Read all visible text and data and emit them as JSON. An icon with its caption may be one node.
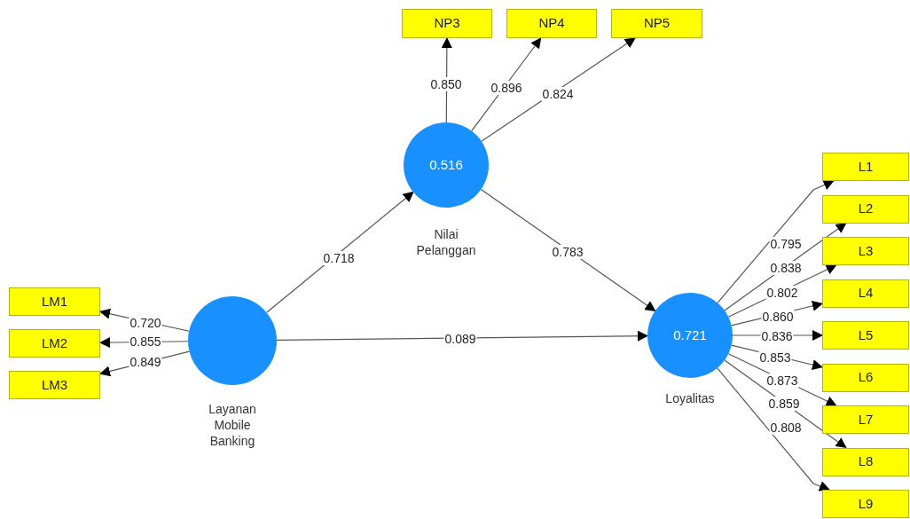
{
  "diagram": {
    "nodes": [
      {
        "text": [],
        "shape": "circle",
        "beside": [
          "Layanan Mobile Banking"
        ]
      },
      {
        "text": [
          "0.516"
        ],
        "beside": [
          "Nilai Pelanggan"
        ]
      },
      {
        "text": [
          "0.721"
        ],
        "beside": [
          "Loyalitas"
        ]
      },
      {
        "text": [
          "LM1"
        ]
      },
      {
        "text": [
          "LM2"
        ]
      },
      {
        "text": [
          "LM3"
        ]
      },
      {
        "text": [
          "NP3"
        ]
      },
      {
        "text": [
          "NP4"
        ]
      },
      {
        "text": [
          "NP5"
        ]
      },
      {
        "text": [
          "L1"
        ]
      },
      {
        "text": [
          "L2"
        ]
      },
      {
        "text": [
          "L3"
        ]
      },
      {
        "text": [
          "L4"
        ]
      },
      {
        "text": [
          "L5"
        ]
      },
      {
        "text": [
          "L6"
        ]
      },
      {
        "text": [
          "L7"
        ]
      },
      {
        "text": [
          "L8"
        ]
      },
      {
        "text": [
          "L9"
        ]
      }
    ],
    "edges": [
      {
        "from": 0,
        "to": 1,
        "arrow": "to",
        "label": "0.718"
      },
      {
        "from": 1,
        "to": 2,
        "arrow": "to",
        "label": "0.783"
      },
      {
        "from": 0,
        "to": 2,
        "arrow": "to",
        "label": "0.089"
      },
      {
        "from": 0,
        "to": 3,
        "arrow": "to",
        "label": "0.720"
      },
      {
        "from": 0,
        "to": 4,
        "arrow": "to",
        "label": "0.855"
      },
      {
        "from": 0,
        "to": 5,
        "arrow": "to",
        "label": "0.849"
      },
      {
        "from": 1,
        "to": 6,
        "arrow": "to",
        "label": "0.850"
      },
      {
        "from": 1,
        "to": 7,
        "arrow": "to",
        "label": "0.896"
      },
      {
        "from": 1,
        "to": 8,
        "arrow": "to",
        "label": "0.824"
      },
      {
        "from": 2,
        "to": 9,
        "arrow": "to",
        "label": "0.795"
      },
      {
        "from": 2,
        "to": 10,
        "arrow": "to",
        "label": "0.838"
      },
      {
        "from": 2,
        "to": 11,
        "arrow": "to",
        "label": "0.802"
      },
      {
        "from": 2,
        "to": 12,
        "arrow": "to",
        "label": "0.860"
      },
      {
        "from": 2,
        "to": 13,
        "arrow": "to",
        "label": "0.836"
      },
      {
        "from": 2,
        "to": 14,
        "arrow": "to",
        "label": "0.853"
      },
      {
        "from": 2,
        "to": 15,
        "arrow": "to",
        "label": "0.873"
      },
      {
        "from": 2,
        "to": 16,
        "arrow": "to",
        "label": "0.859"
      },
      {
        "from": 2,
        "to": 17,
        "arrow": "to",
        "label": "0.808"
      }
    ]
  }
}
